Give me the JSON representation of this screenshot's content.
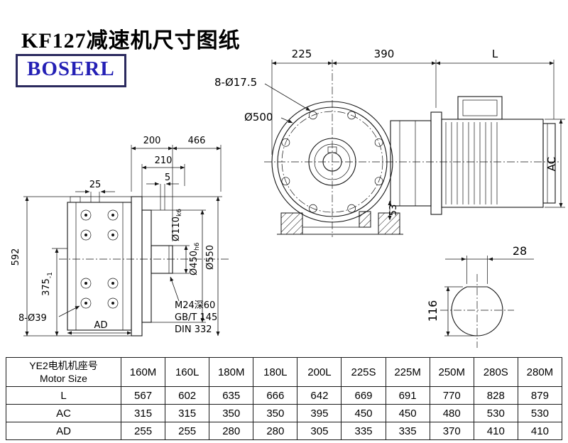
{
  "page": {
    "title": "KF127减速机尺寸图纸",
    "brand": "BOSERL"
  },
  "side_view": {
    "dim_200": "200",
    "dim_466": "466",
    "dim_210": "210",
    "dim_5": "5",
    "dim_25": "25",
    "dim_592": "592",
    "dim_375_main": "375",
    "dim_375_tol": "-1",
    "holes_label": "8-Ø39",
    "dim_ad": "AD",
    "dim_o110_main": "Ø110",
    "dim_o110_tol": "k6",
    "dim_o450_main": "Ø450",
    "dim_o450_tol": "h6",
    "dim_o550": "Ø550",
    "note_1": "M24深60",
    "note_2": "GB/T 145",
    "note_3": "DIN 332"
  },
  "front_view": {
    "dim_225": "225",
    "dim_390": "390",
    "dim_L": "L",
    "holes_label": "8-Ø17.5",
    "dim_o500": "Ø500",
    "dim_ac": "AC",
    "dim_53": "53"
  },
  "shaft_section": {
    "dim_28": "28",
    "dim_116": "116"
  },
  "table": {
    "header_line1": "YE2电机机座号",
    "header_line2": "Motor Size",
    "columns": [
      "160M",
      "160L",
      "180M",
      "180L",
      "200L",
      "225S",
      "225M",
      "250M",
      "280S",
      "280M"
    ],
    "rows": [
      {
        "label": "L",
        "values": [
          "567",
          "602",
          "635",
          "666",
          "642",
          "669",
          "691",
          "770",
          "828",
          "879"
        ]
      },
      {
        "label": "AC",
        "values": [
          "315",
          "315",
          "350",
          "350",
          "395",
          "450",
          "450",
          "480",
          "530",
          "530"
        ]
      },
      {
        "label": "AD",
        "values": [
          "255",
          "255",
          "280",
          "280",
          "305",
          "335",
          "335",
          "370",
          "410",
          "410"
        ]
      }
    ]
  }
}
